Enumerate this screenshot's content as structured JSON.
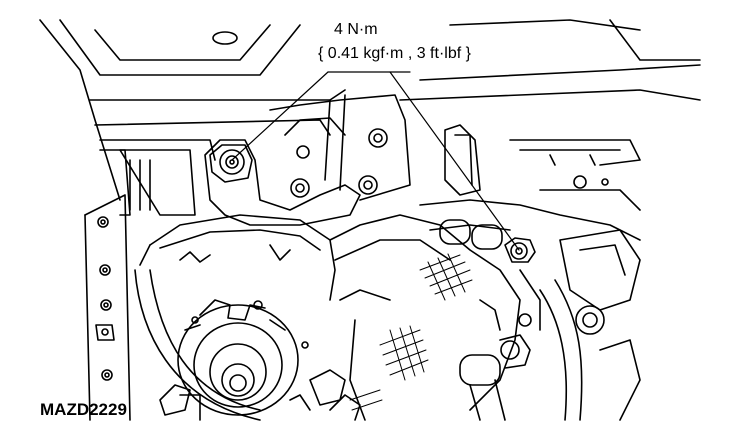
{
  "annotation": {
    "torque_value": "4 N·m",
    "torque_conversion": "{ 0.41 kgf·m , 3 ft·lbf }"
  },
  "figure_code": "MAZD2229",
  "colors": {
    "line": "#000000",
    "background": "#ffffff"
  }
}
